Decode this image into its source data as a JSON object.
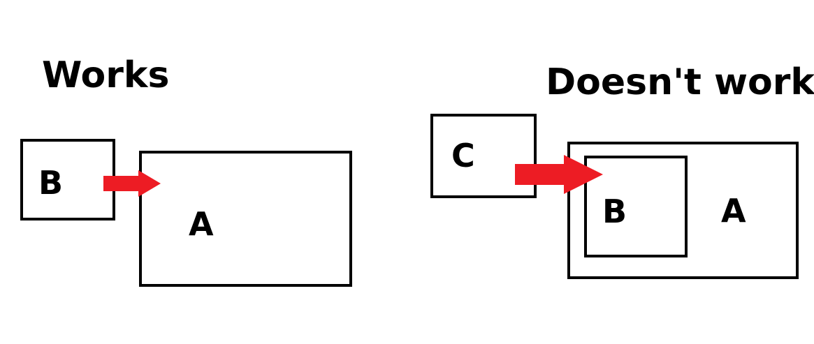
{
  "left_panel": {
    "title": "Works",
    "box_b_label": "B",
    "box_a_label": "A"
  },
  "right_panel": {
    "title": "Doesn't work",
    "box_c_label": "C",
    "box_b_label": "B",
    "box_a_label": "A"
  },
  "colors": {
    "arrow": "#ed1c24",
    "stroke": "#000000",
    "background": "#ffffff"
  }
}
